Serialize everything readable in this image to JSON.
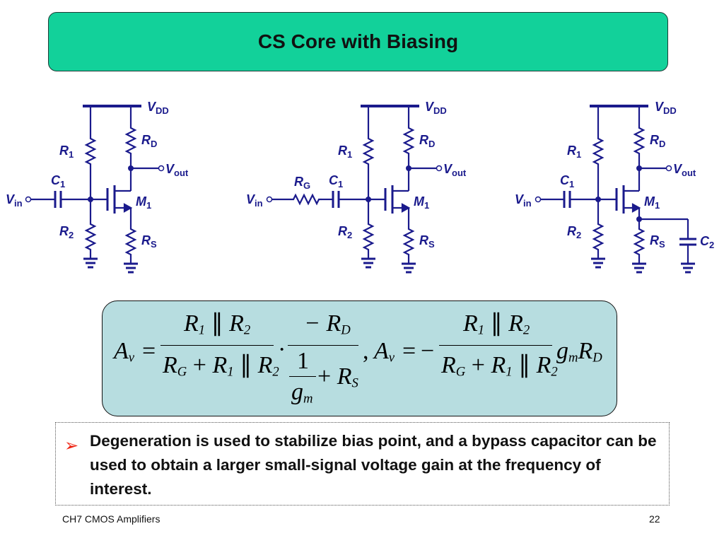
{
  "title": "CS Core with Biasing",
  "circuit_labels": {
    "vdd": "V",
    "vdd_sub": "DD",
    "r1": "R",
    "r1_sub": "1",
    "r2": "R",
    "r2_sub": "2",
    "rd": "R",
    "rd_sub": "D",
    "rs": "R",
    "rs_sub": "S",
    "c1": "C",
    "c1_sub": "1",
    "c2": "C",
    "c2_sub": "2",
    "m1": "M",
    "m1_sub": "1",
    "vin": "V",
    "vin_sub": "in",
    "vout": "V",
    "vout_sub": "out",
    "rg": "R",
    "rg_sub": "G"
  },
  "equation": {
    "av": "A",
    "av_sub": "v",
    "eq": "=",
    "r1r2": "R",
    "par": "∥",
    "rg": "R",
    "plus": "+",
    "minus_rd": "− R",
    "rd_sub": "D",
    "one": "1",
    "gm": "g",
    "gm_sub": "m",
    "rs_sub": "S",
    "dot": "·",
    "comma": ",",
    "minus": "−",
    "gmrd": "R",
    "g_sub": "G",
    "one_sub": "1",
    "two_sub": "2"
  },
  "bullet": "Degeneration is used to stabilize bias point, and a bypass capacitor can be used to obtain a larger  small-signal voltage gain at the frequency of interest.",
  "footer": {
    "left": "CH7 CMOS Amplifiers",
    "page": "22"
  },
  "colors": {
    "title_bg": "#12d19a",
    "circuit": "#1a1a8c",
    "equation_bg": "#b7dde0",
    "bullet_arrow": "#e21111"
  }
}
